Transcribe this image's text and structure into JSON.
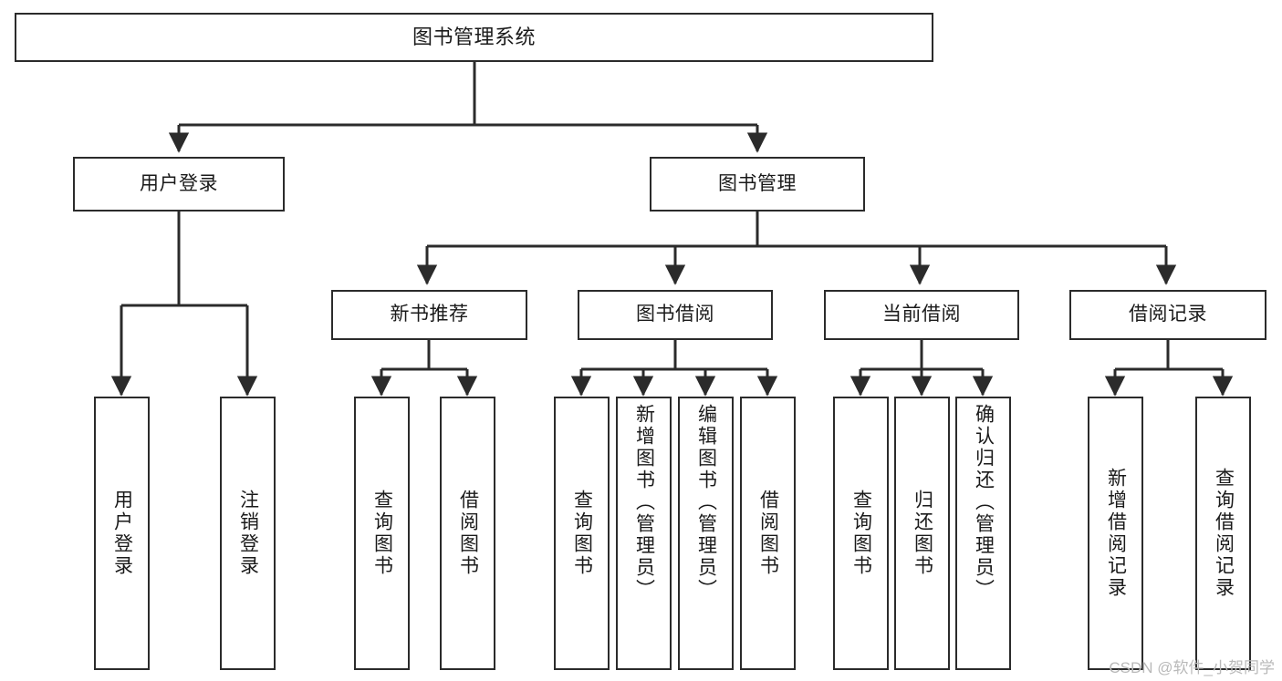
{
  "diagram": {
    "title": "图书管理系统",
    "watermark": "CSDN @软件_小贺同学",
    "colors": {
      "background": "#ffffff",
      "box_border": "#2b2b2b",
      "connector": "#2b2b2b",
      "text": "#1a1a1a",
      "watermark": "#b9b9b9"
    },
    "levels": {
      "root": "图书管理系统",
      "level1": [
        "用户登录",
        "图书管理"
      ],
      "level2": [
        "新书推荐",
        "图书借阅",
        "当前借阅",
        "借阅记录"
      ]
    },
    "nodes": {
      "root": {
        "label": "图书管理系统"
      },
      "user_login": {
        "label": "用户登录"
      },
      "book_manage": {
        "label": "图书管理"
      },
      "new_book_rec": {
        "label": "新书推荐"
      },
      "book_borrow": {
        "label": "图书借阅"
      },
      "current_borrow": {
        "label": "当前借阅"
      },
      "borrow_record": {
        "label": "借阅记录"
      },
      "leaf_user_login": {
        "label": "用户登录"
      },
      "leaf_logout": {
        "label": "注销登录"
      },
      "leaf_query_book_a": {
        "label": "查询图书"
      },
      "leaf_borrow_book_a": {
        "label": "借阅图书"
      },
      "leaf_query_book_b": {
        "label": "查询图书"
      },
      "leaf_add_book": {
        "label": "新增图书（管理员）"
      },
      "leaf_edit_book": {
        "label": "编辑图书（管理员）"
      },
      "leaf_borrow_book_b": {
        "label": "借阅图书"
      },
      "leaf_query_book_c": {
        "label": "查询图书"
      },
      "leaf_return_book": {
        "label": "归还图书"
      },
      "leaf_confirm_return": {
        "label": "确认归还（管理员）"
      },
      "leaf_add_record": {
        "label": "新增借阅记录"
      },
      "leaf_query_record": {
        "label": "查询借阅记录"
      }
    },
    "edges": [
      {
        "from": "root",
        "to": "user_login"
      },
      {
        "from": "root",
        "to": "book_manage"
      },
      {
        "from": "user_login",
        "to": "leaf_user_login"
      },
      {
        "from": "user_login",
        "to": "leaf_logout"
      },
      {
        "from": "book_manage",
        "to": "new_book_rec"
      },
      {
        "from": "book_manage",
        "to": "book_borrow"
      },
      {
        "from": "book_manage",
        "to": "current_borrow"
      },
      {
        "from": "book_manage",
        "to": "borrow_record"
      },
      {
        "from": "new_book_rec",
        "to": "leaf_query_book_a"
      },
      {
        "from": "new_book_rec",
        "to": "leaf_borrow_book_a"
      },
      {
        "from": "book_borrow",
        "to": "leaf_query_book_b"
      },
      {
        "from": "book_borrow",
        "to": "leaf_add_book"
      },
      {
        "from": "book_borrow",
        "to": "leaf_edit_book"
      },
      {
        "from": "book_borrow",
        "to": "leaf_borrow_book_b"
      },
      {
        "from": "current_borrow",
        "to": "leaf_query_book_c"
      },
      {
        "from": "current_borrow",
        "to": "leaf_return_book"
      },
      {
        "from": "current_borrow",
        "to": "leaf_confirm_return"
      },
      {
        "from": "borrow_record",
        "to": "leaf_add_record"
      },
      {
        "from": "borrow_record",
        "to": "leaf_query_record"
      }
    ]
  }
}
